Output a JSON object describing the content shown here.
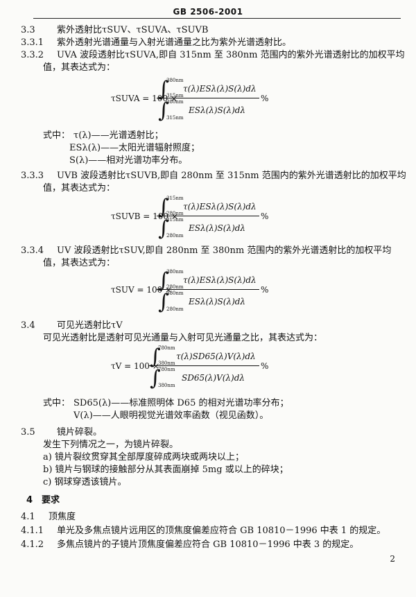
{
  "header": {
    "standard_code": "GB 2506-2001"
  },
  "s3_3": {
    "num": "3.3",
    "title": "紫外透射比τSUV、τSUVA、τSUVB"
  },
  "s3_3_1": {
    "num": "3.3.1",
    "text": "紫外透射光谱通量与入射光谱通量之比为紫外光谱透射比。"
  },
  "s3_3_2": {
    "num": "3.3.2",
    "line1": "UVA 波段透射比τSUVA,即自 315nm 至 380nm 范围内的紫外光谱透射比的加权平均",
    "line2": "值，其表达式为：",
    "formula": {
      "lhs": "τSUVA = 100 ×",
      "upper": "380nm",
      "lower": "315nm",
      "numerator": "τ(λ)ESλ(λ)S(λ)dλ",
      "denominator": "ESλ(λ)S(λ)dλ",
      "pct": "%"
    }
  },
  "where1": {
    "label": "式中：",
    "t1": "τ(λ)——光谱透射比；",
    "t2": "ESλ(λ)——太阳光谱辐射照度；",
    "t3": "S(λ)——相对光谱功率分布。"
  },
  "s3_3_3": {
    "num": "3.3.3",
    "line1": "UVB 波段透射比τSUVB,即自 280nm 至 315nm 范围内的紫外光谱透射比的加权平均",
    "line2": "值，其表达式为：",
    "formula": {
      "lhs": "τSUVB = 100 ×",
      "upper": "315nm",
      "lower": "280nm",
      "numerator": "τ(λ)ESλ(λ)S(λ)dλ",
      "denominator": "ESλ(λ)S(λ)dλ",
      "pct": "%"
    }
  },
  "s3_3_4": {
    "num": "3.3.4",
    "line1": "UV 波段透射比τSUV,即自 280nm 至 380nm 范围内的紫外光谱透射比的加权平均",
    "line2": "值，其表达式为：",
    "formula": {
      "lhs": "τSUV = 100 ×",
      "upper": "380nm",
      "lower": "280nm",
      "numerator": "τ(λ)ESλ(λ)S(λ)dλ",
      "denominator": "ESλ(λ)S(λ)dλ",
      "pct": "%"
    }
  },
  "s3_4": {
    "num": "3.4",
    "title": "可见光透射比τV",
    "text": "可见光透射比是透射可见光通量与入射可见光通量之比，其表达式为：",
    "formula": {
      "lhs": "τV = 100 ×",
      "upper": "780nm",
      "lower": "380nm",
      "numerator": "τ(λ)SD65(λ)V(λ)dλ",
      "denominator": "SD65(λ)V(λ)dλ",
      "pct": "%"
    }
  },
  "where2": {
    "label": "式中：",
    "t1": "SD65(λ)——标准照明体 D65 的相对光谱功率分布；",
    "t2": "V(λ)——人眼明视觉光谱效率函数（视见函数）。"
  },
  "s3_5": {
    "num": "3.5",
    "title": "镜片碎裂。",
    "intro": "发生下列情况之一，为镜片碎裂。",
    "a": "a) 镜片裂纹贯穿其全部厚度碎成两块或两块以上；",
    "b": "b) 镜片与钢球的接触部分从其表面崩掉 5mg 或以上的碎块；",
    "c": "c) 钢球穿透该镜片。"
  },
  "s4": {
    "num": "4",
    "title": "要求"
  },
  "s4_1": {
    "num": "4.1",
    "title": "顶焦度"
  },
  "s4_1_1": {
    "num": "4.1.1",
    "text": "单光及多焦点镜片远用区的顶焦度偏差应符合 GB 10810－1996 中表 1 的规定。"
  },
  "s4_1_2": {
    "num": "4.1.2",
    "text": "多焦点镜片的子镜片顶焦度偏差应符合 GB 10810－1996 中表 3 的规定。"
  },
  "page_number": "2"
}
